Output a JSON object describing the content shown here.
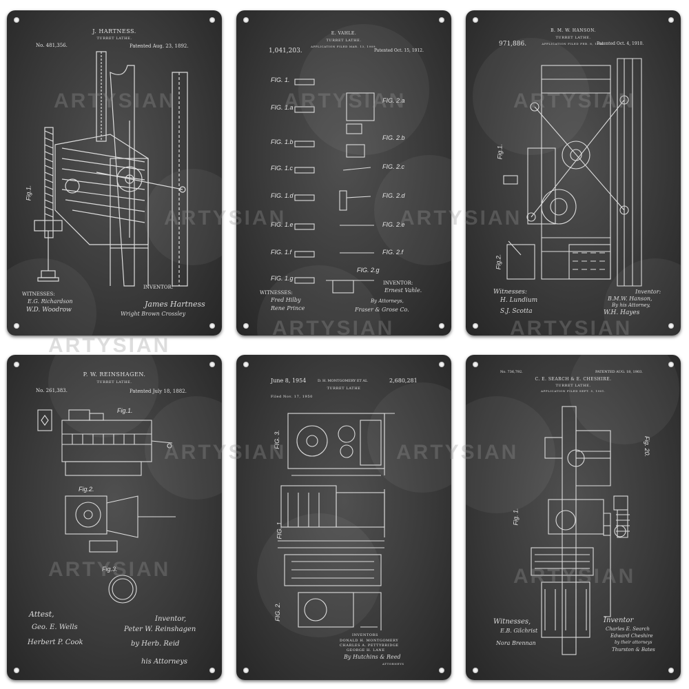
{
  "watermark": "ARTYSIAN",
  "panels": [
    {
      "inventor": "J. HARTNESS.",
      "subtitle": "TURRET LATHE.",
      "number": "No. 481,356.",
      "date": "Patented Aug. 23, 1892.",
      "fig": "Fig.1.",
      "witnesses_label": "WITNESSES:",
      "inventor_label": "INVENTOR:",
      "witness_sig_1": "E.G. Richardson",
      "witness_sig_2": "W.D. Woodrow",
      "inventor_sig": "James Hartness",
      "attorney_sig": "Wright Brown Crossley"
    },
    {
      "inventor": "E. VAHLE.",
      "subtitle": "TURRET LATHE.",
      "filed": "APPLICATION FILED MAR. 13, 1909.",
      "number": "1,041,203.",
      "date": "Patented Oct. 15, 1912.",
      "figs_left": [
        "FIG. 1.",
        "FIG. 1.a",
        "FIG. 1.b",
        "FIG. 1.c",
        "FIG. 1.d",
        "FIG. 1.e",
        "FIG. 1.f",
        "FIG. 1.g"
      ],
      "figs_right": [
        "FIG. 2.a",
        "FIG. 2.b",
        "FIG. 2.c",
        "FIG. 2.d",
        "FIG. 2.e",
        "FIG. 2.f",
        "FIG. 2.g"
      ],
      "witnesses_label": "WITNESSES:",
      "inventor_label": "INVENTOR:",
      "inventor_name": "Ernest Vahle.",
      "witness_sig_1": "Fred Hilby",
      "witness_sig_2": "Rene Prince",
      "attorneys_label": "By Attorneys,",
      "attorney_sig": "Fraser & Grose Co."
    },
    {
      "inventor": "B. M. W. HANSON.",
      "subtitle": "TURRET LATHE.",
      "filed": "APPLICATION FILED FEB. 8, 1906.",
      "number": "971,886.",
      "date": "Patented Oct. 4, 1910.",
      "fig1": "Fig.1.",
      "fig2": "Fig.2.",
      "witnesses_label": "Witnesses:",
      "inventor_label": "Inventor:",
      "inventor_name": "B.M.W. Hanson,",
      "attorney_label": "By his Attorney,",
      "witness_sig_1": "H. Lundium",
      "witness_sig_2": "S.J. Scotta",
      "attorney_sig": "W.H. Hayes"
    },
    {
      "inventor": "P. W. REINSHAGEN.",
      "subtitle": "TURRET LATHE.",
      "number": "No. 261,383.",
      "date": "Patented July 18, 1882.",
      "fig1": "Fig.1.",
      "fig2": "Fig.2.",
      "fig3": "Fig.3.",
      "attest_label": "Attest,",
      "inventor_label": "Inventor,",
      "witness_sig_1": "Geo. E. Wells",
      "witness_sig_2": "Herbert P. Cook",
      "inventor_sig": "Peter W. Reinshagen",
      "attorney_sig": "by Herb. Reid",
      "attorney_note": "his Attorneys"
    },
    {
      "date": "June 8, 1954",
      "inventor": "D. H. MONTGOMERY ET AL",
      "number": "2,680,281",
      "subtitle": "TURRET LATHE",
      "filed": "Filed Nov. 17, 1950",
      "fig1": "FIG. 1",
      "fig2": "FIG. 2.",
      "fig3": "FIG. 3.",
      "inventors_label": "INVENTORS",
      "inventor_names": [
        "DONALD H. MONTGOMERY",
        "CHARLES A. PETTYBRIDGE",
        "GEORGE H. LANE"
      ],
      "attorney_sig": "By Hutchins & Reed",
      "attorneys_label": "ATTORNEYS"
    },
    {
      "number": "No. 736,792.",
      "date": "PATENTED AUG. 18, 1903.",
      "inventor": "C. E. SEARCH & E. CHESHIRE.",
      "subtitle": "TURRET LATHE.",
      "filed": "APPLICATION FILED SEPT. 5, 1901.",
      "fig1": "Fig. 1.",
      "fig20": "Fig. 20.",
      "witnesses_label": "Witnesses,",
      "inventor_label": "Inventor",
      "witness_sig_1": "E.B. Gilchrist",
      "witness_sig_2": "Nora Brennan",
      "inventor_sig_1": "Charles E. Search",
      "inventor_sig_2": "Edward Cheshire",
      "attorney_sig": "by their attorneys",
      "attorney_sig_2": "Thurston & Bates"
    }
  ]
}
